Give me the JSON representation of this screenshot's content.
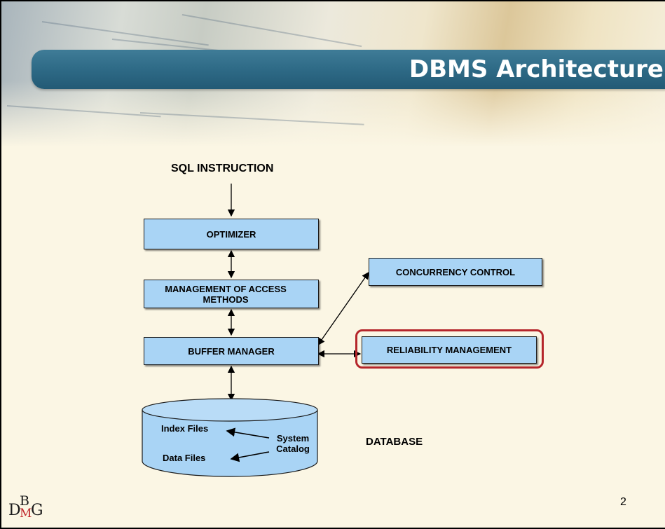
{
  "slide": {
    "title": "DBMS Architecture",
    "page_number": "2"
  },
  "diagram": {
    "input_label": "SQL INSTRUCTION",
    "optimizer": "OPTIMIZER",
    "access_methods": "MANAGEMENT OF ACCESS METHODS",
    "buffer_manager": "BUFFER MANAGER",
    "concurrency_control": "CONCURRENCY CONTROL",
    "reliability_management": "RELIABILITY MANAGEMENT",
    "database_label": "DATABASE",
    "index_files": "Index Files",
    "data_files": "Data Files",
    "system_catalog": "System Catalog"
  },
  "logo": {
    "text": "DBMG",
    "letters": [
      "D",
      "B",
      "M",
      "G"
    ]
  },
  "colors": {
    "title_bar": "#2e6a86",
    "box_fill": "#a9d4f5",
    "highlight": "#b5262b",
    "logo_accent": "#c0262b"
  }
}
